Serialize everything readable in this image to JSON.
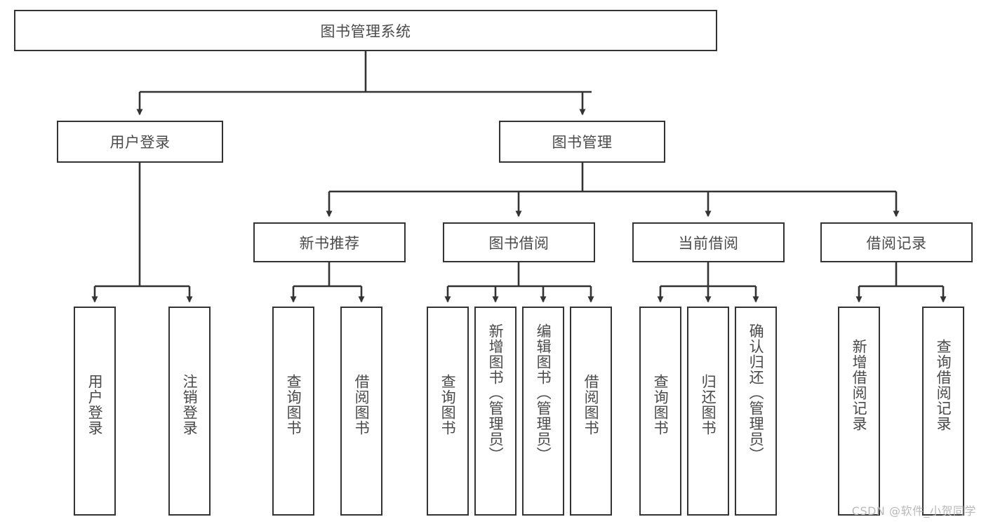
{
  "diagram": {
    "title_node": {
      "label": "图书管理系统"
    },
    "level2": [
      {
        "name": "user-login",
        "label": "用户登录"
      },
      {
        "name": "book-management",
        "label": "图书管理"
      }
    ],
    "level3": [
      {
        "name": "new-book-recommend",
        "label": "新书推荐"
      },
      {
        "name": "book-borrow",
        "label": "图书借阅"
      },
      {
        "name": "current-borrow",
        "label": "当前借阅"
      },
      {
        "name": "borrow-record",
        "label": "借阅记录"
      }
    ],
    "leaves": {
      "user_login": [
        {
          "name": "leaf-user-login",
          "label": "用户登录"
        },
        {
          "name": "leaf-logout-login",
          "label": "注销登录"
        }
      ],
      "new_book_recommend": [
        {
          "name": "leaf-query-books-1",
          "label": "查询图书"
        },
        {
          "name": "leaf-borrow-books-1",
          "label": "借阅图书"
        }
      ],
      "book_borrow": [
        {
          "name": "leaf-query-books-2",
          "label": "查询图书"
        },
        {
          "name": "leaf-add-book-admin",
          "label": "新增图书（管理员）"
        },
        {
          "name": "leaf-edit-book-admin",
          "label": "编辑图书（管理员）"
        },
        {
          "name": "leaf-borrow-books-2",
          "label": "借阅图书"
        }
      ],
      "current_borrow": [
        {
          "name": "leaf-query-books-3",
          "label": "查询图书"
        },
        {
          "name": "leaf-return-books",
          "label": "归还图书"
        },
        {
          "name": "leaf-confirm-return-admin",
          "label": "确认归还（管理员）"
        }
      ],
      "borrow_record": [
        {
          "name": "leaf-add-borrow-record",
          "label": "新增借阅记录"
        },
        {
          "name": "leaf-query-borrow-record",
          "label": "查询借阅记录"
        }
      ]
    },
    "watermark": "CSDN @软件_小贺同学",
    "colors": {
      "stroke": "#333333",
      "text": "#4a4a4a",
      "background": "#ffffff",
      "watermark": "#b9b9b9"
    }
  }
}
